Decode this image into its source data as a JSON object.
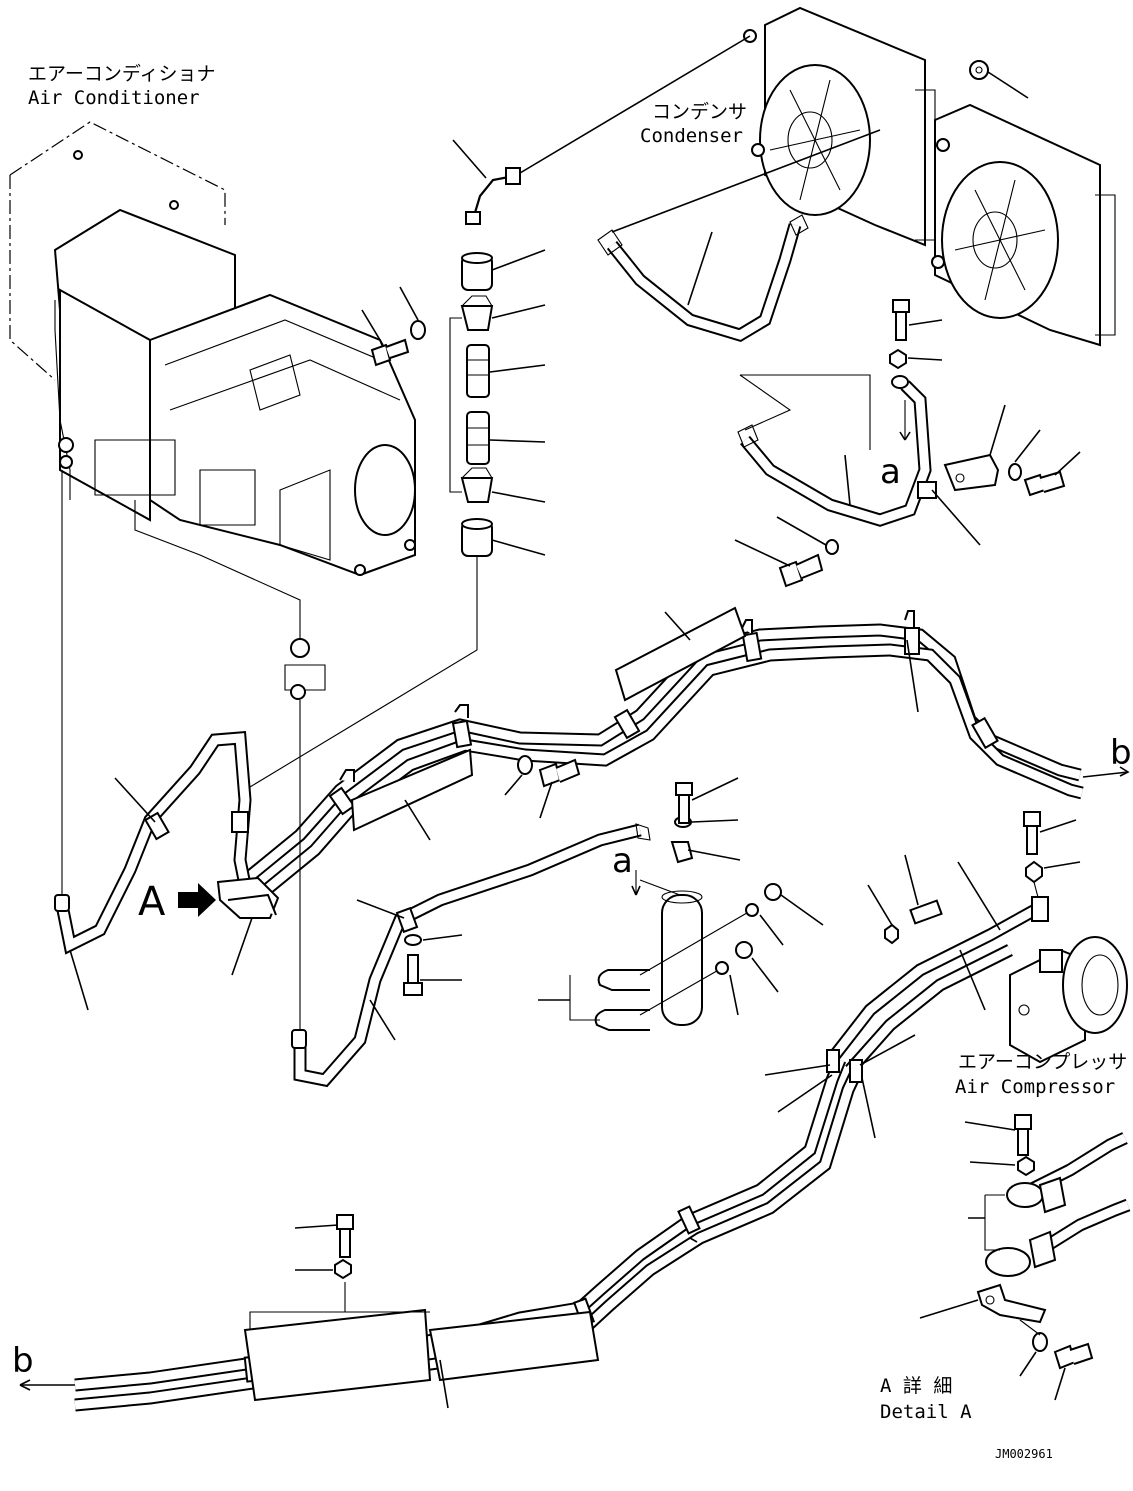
{
  "labels": {
    "air_conditioner_jp": "エアーコンディショナ",
    "air_conditioner_en": "Air Conditioner",
    "condenser_jp": "コンデンサ",
    "condenser_en": "Condenser",
    "air_compressor_jp": "エアーコンプレッサ",
    "air_compressor_en": "Air Compressor",
    "detail_a_jp": "A 詳 細",
    "detail_a_en": "Detail A",
    "ref_a_upper": "A",
    "ref_a_lower_1": "a",
    "ref_a_lower_2": "a",
    "ref_b_1": "b",
    "ref_b_2": "b",
    "drawing_id": "JM002961"
  }
}
